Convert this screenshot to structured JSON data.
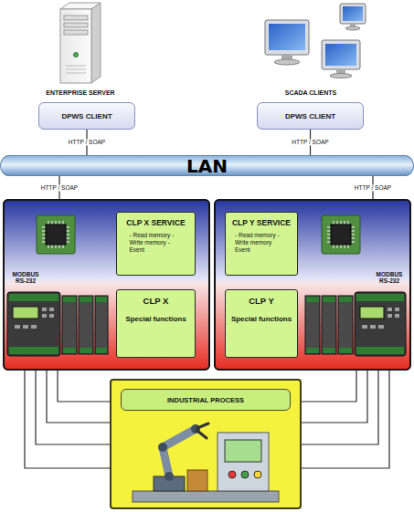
{
  "diagram": {
    "nodes": [
      {
        "text": [
          "DPWS CLIENT"
        ]
      },
      {
        "text": [
          "DPWS CLIENT"
        ]
      },
      {
        "text": [
          "LAN"
        ]
      },
      {
        "text": [
          "MODBUS RS-232"
        ]
      },
      {
        "text": [
          "CLP X SERVICE",
          "- Read memory - Write memory - Event"
        ],
        "in": 3
      },
      {
        "text": [
          "CLP X",
          "Special functions"
        ],
        "in": 3
      },
      {
        "text": [
          "MODBUS RS-232"
        ]
      },
      {
        "text": [
          "CLP Y SERVICE",
          "- Read memory - Write memory Event"
        ],
        "in": 6
      },
      {
        "text": [
          "CLP Y",
          "Special functions"
        ],
        "in": 6
      },
      {
        "text": [
          "INDUSTRIAL PROCESS"
        ]
      }
    ],
    "edges": [
      {
        "from": 0,
        "to": 2,
        "label": "HTTP / SOAP",
        "arrow": "none"
      },
      {
        "from": 1,
        "to": 2,
        "label": "HTTP / SOAP",
        "arrow": "none"
      },
      {
        "from": 2,
        "to": 3,
        "label": "HTTP / SOAP",
        "arrow": "none"
      },
      {
        "from": 2,
        "to": 6,
        "label": "HTTP / SOAP",
        "arrow": "none"
      },
      {
        "from": 3,
        "to": 9,
        "arrow": "none"
      },
      {
        "from": 6,
        "to": 9,
        "arrow": "none"
      }
    ],
    "labels": [
      "ENTERPRISE SERVER",
      "SCADA CLIENTS"
    ]
  }
}
